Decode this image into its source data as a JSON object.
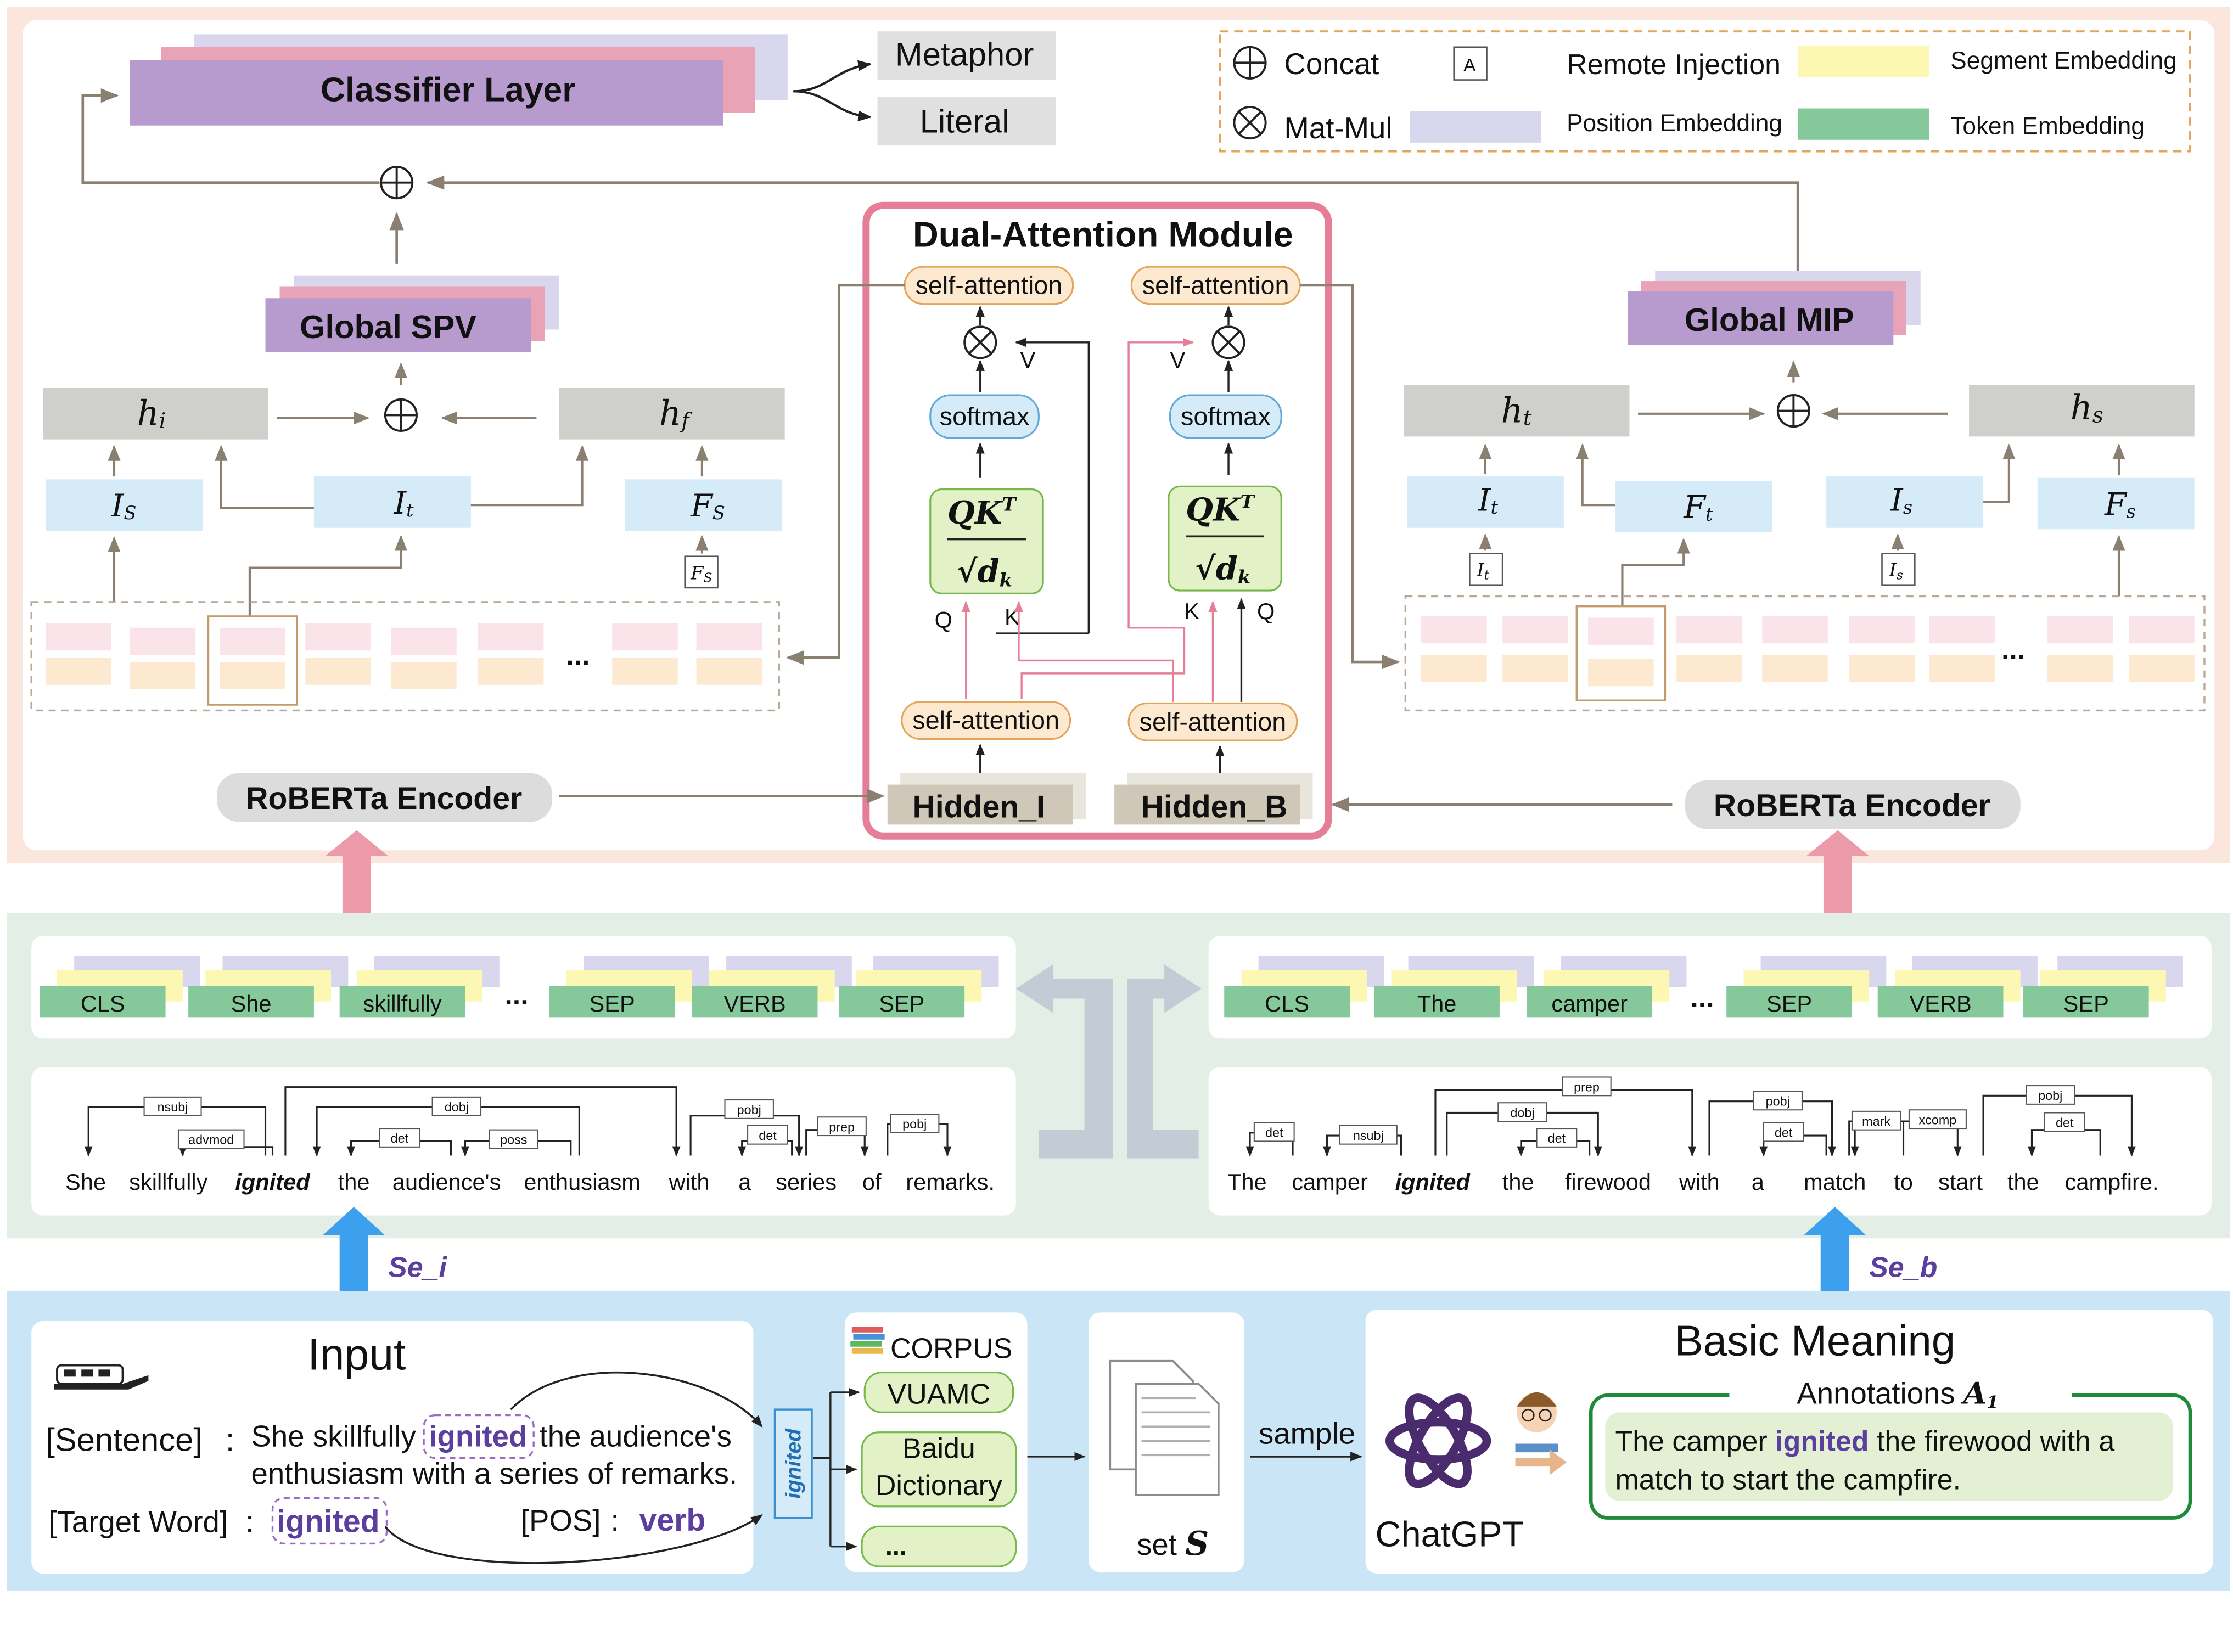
{
  "classifier": {
    "label": "Classifier Layer",
    "out1": "Metaphor",
    "out2": "Literal"
  },
  "legend": {
    "concat": "Concat",
    "matmul": "Mat-Mul",
    "remote_box": "A",
    "remote": "Remote Injection",
    "segment": "Segment Embedding",
    "position": "Position Embedding",
    "token": "Token Embedding"
  },
  "left": {
    "global": "Global SPV",
    "h1": "h",
    "h1sub": "i",
    "h2": "h",
    "h2sub": "f",
    "b1": "I",
    "b1sub": "S",
    "b2": "I",
    "b2sub": "t",
    "b3": "F",
    "b3sub": "S",
    "rj": "F",
    "rjsub": "S"
  },
  "right": {
    "global": "Global MIP",
    "h1": "h",
    "h1sub": "t",
    "h2": "h",
    "h2sub": "s",
    "b1": "I",
    "b1sub": "t",
    "b2": "F",
    "b2sub": "t",
    "b3": "I",
    "b3sub": "s",
    "b4": "F",
    "b4sub": "s",
    "rj1": "I",
    "rj1sub": "t",
    "rj2": "I",
    "rj2sub": "s"
  },
  "dual": {
    "title": "Dual-Attention Module",
    "sa": "self-attention",
    "softmax": "softmax",
    "v": "V",
    "q": "Q",
    "k": "K",
    "formula_num": "QK",
    "formula_sup": "T",
    "formula_den": "√d",
    "formula_sub": "k",
    "hidden_i": "Hidden_I",
    "hidden_b": "Hidden_B"
  },
  "encoder": {
    "left": "RoBERTa Encoder",
    "right": "RoBERTa Encoder"
  },
  "ellipsis": "...",
  "tokens_left": [
    "CLS",
    "She",
    "skillfully",
    "SEP",
    "VERB",
    "SEP"
  ],
  "tokens_right": [
    "CLS",
    "The",
    "camper",
    "SEP",
    "VERB",
    "SEP"
  ],
  "dep_left": {
    "words": [
      "She",
      "skillfully",
      "ignited",
      "the",
      "audience's",
      "enthusiasm",
      "with",
      "a",
      "series",
      "of",
      "remarks."
    ],
    "labels": [
      "nsubj",
      "advmod",
      "dobj",
      "det",
      "poss",
      "pobj",
      "det",
      "prep",
      "pobj"
    ]
  },
  "dep_right": {
    "words": [
      "The",
      "camper",
      "ignited",
      "the",
      "firewood",
      "with",
      "a",
      "match",
      "to",
      "start",
      "the",
      "campfire."
    ],
    "labels": [
      "prep",
      "det",
      "nsubj",
      "dobj",
      "det",
      "pobj",
      "det",
      "mark",
      "xcomp",
      "pobj",
      "det"
    ]
  },
  "se_i": "Se_i",
  "se_b": "Se_b",
  "input": {
    "title": "Input",
    "sentence_label": "[Sentence]",
    "s1": "She skillfully",
    "s_word": "ignited",
    "s2": "the audience's",
    "s3": "enthusiasm with a series of remarks.",
    "colon": ":",
    "target_label": "[Target Word]",
    "target": "ignited",
    "pos_label": "[POS]",
    "pos": "verb",
    "vertical": "ignited"
  },
  "corpus": {
    "title": "CORPUS",
    "c1": "VUAMC",
    "c2a": "Baidu",
    "c2b": "Dictionary",
    "c3": "..."
  },
  "set": {
    "label": "set",
    "var": "S"
  },
  "sample": "sample",
  "basic": {
    "title": "Basic Meaning",
    "chatgpt": "ChatGPT",
    "ann": "Annotations",
    "ann_var": "A",
    "ann_sub": "1",
    "s1": "The camper",
    "word": "ignited",
    "s2": "the firewood with a",
    "s3": "match to start the campfire."
  },
  "colors": {
    "arrow": "#8a7f70",
    "pink": "#e57f98",
    "purple": "#5b3e9e",
    "blue_arrow": "#3da0ee",
    "token": "#85c89a",
    "segment": "#fdf7b4",
    "position": "#d9d7ee",
    "cyan": "#d5ebf8",
    "gray": "#cfcfcb"
  }
}
